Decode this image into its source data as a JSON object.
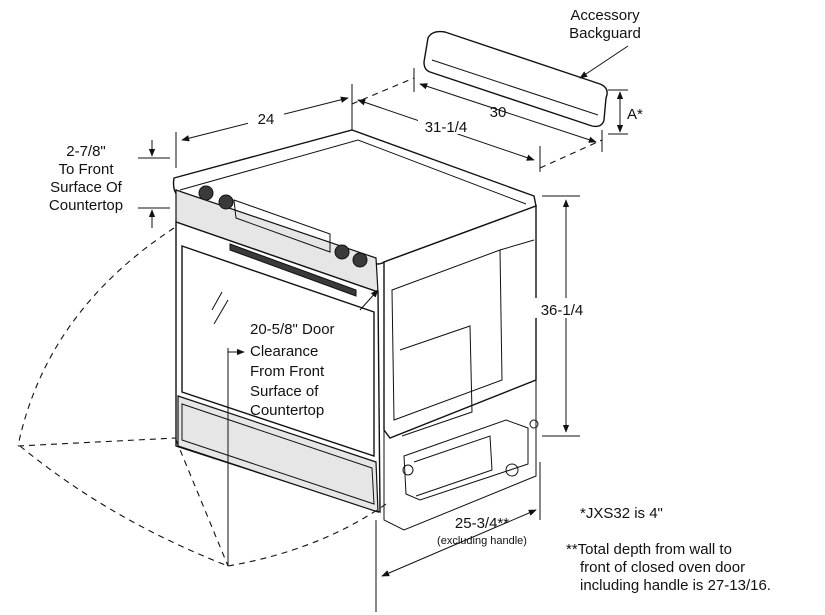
{
  "labels": {
    "backguard_line1": "Accessory",
    "backguard_line2": "Backguard",
    "a_star": "A*",
    "dim_30": "30",
    "dim_24": "24",
    "dim_31_1_4": "31-1/4",
    "countertop_line1": "2-7/8\"",
    "countertop_line2": "To Front",
    "countertop_line3": "Surface Of",
    "countertop_line4": "Countertop",
    "dim_36_1_4": "36-1/4",
    "door_line1": "20-5/8\" Door",
    "door_line2": "Clearance",
    "door_line3": "From Front",
    "door_line4": "Surface of",
    "door_line5": "Countertop",
    "dim_25_3_4": "25-3/4**",
    "excluding_handle": "(excluding handle)",
    "note1": "*JXS32 is 4\"",
    "note2_line1": "**Total depth from wall to",
    "note2_line2": "front of closed oven door",
    "note2_line3": "including handle is 27-13/16."
  }
}
